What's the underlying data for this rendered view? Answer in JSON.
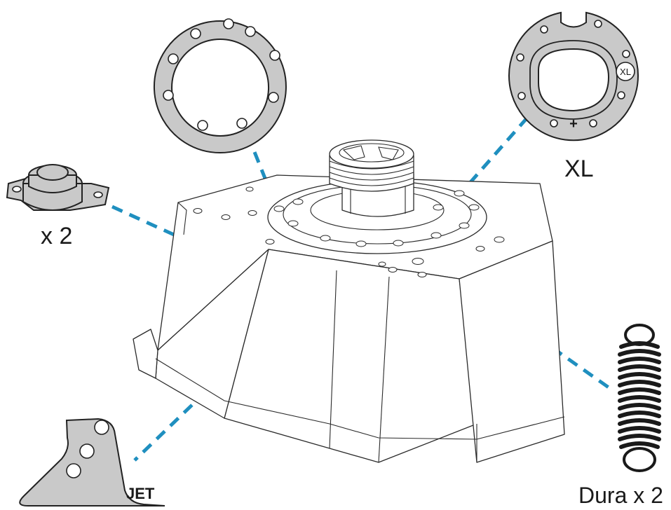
{
  "colors": {
    "callout": "#1f8fbf",
    "part_fill": "#c9c9c9",
    "part_fill_dark": "#a8a8a8"
  },
  "labels": {
    "bumper_quantity": "x 2",
    "ring_xl": "XL",
    "plate_jet": "JET",
    "spring_quantity": "Dura x 2",
    "xl_badge": "XL",
    "plus_mark": "+"
  },
  "icons": {
    "bumper": "rubber-bumper-icon",
    "flange": "mounting-ring-icon",
    "xl_ring": "xl-adapter-ring-icon",
    "jet_plate": "jet-plate-icon",
    "spring": "coil-spring-icon",
    "base": "wheel-base-housing-icon"
  }
}
